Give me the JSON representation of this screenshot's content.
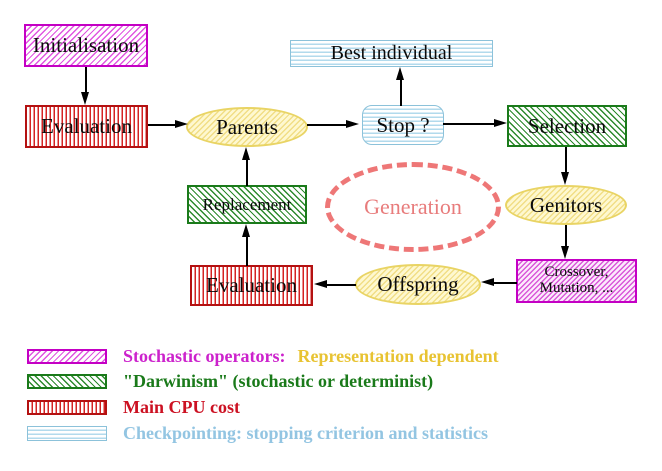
{
  "diagram": {
    "nodes": {
      "initialisation": {
        "label": "Initialisation"
      },
      "evaluation_top": {
        "label": "Evaluation"
      },
      "parents": {
        "label": "Parents"
      },
      "best_individual": {
        "label": "Best individual"
      },
      "stop": {
        "label": "Stop ?"
      },
      "selection": {
        "label": "Selection"
      },
      "replacement": {
        "label": "Replacement"
      },
      "generation": {
        "label": "Generation"
      },
      "genitors": {
        "label": "Genitors"
      },
      "evaluation_bottom": {
        "label": "Evaluation"
      },
      "offspring": {
        "label": "Offspring"
      },
      "crossover": {
        "line1": "Crossover,",
        "line2": "Mutation, ..."
      }
    },
    "colors": {
      "magenta": "#cc00cc",
      "green": "#1a7a1a",
      "red": "#cc1122",
      "cyan": "#93c5e2",
      "yellow_gold": "#e8c332",
      "salmon": "#ee7777",
      "node_fill_yellow": "#fef8d0"
    }
  },
  "legend": {
    "items": [
      {
        "pattern": "magenta-hatch",
        "text": "Stochastic operators:",
        "text2": "Representation dependent"
      },
      {
        "pattern": "green-hatch",
        "text": "\"Darwinism\" (stochastic or determinist)"
      },
      {
        "pattern": "red-stripes",
        "text": "Main CPU cost"
      },
      {
        "pattern": "cyan-stripes",
        "text": "Checkpointing: stopping criterion and statistics"
      }
    ]
  }
}
